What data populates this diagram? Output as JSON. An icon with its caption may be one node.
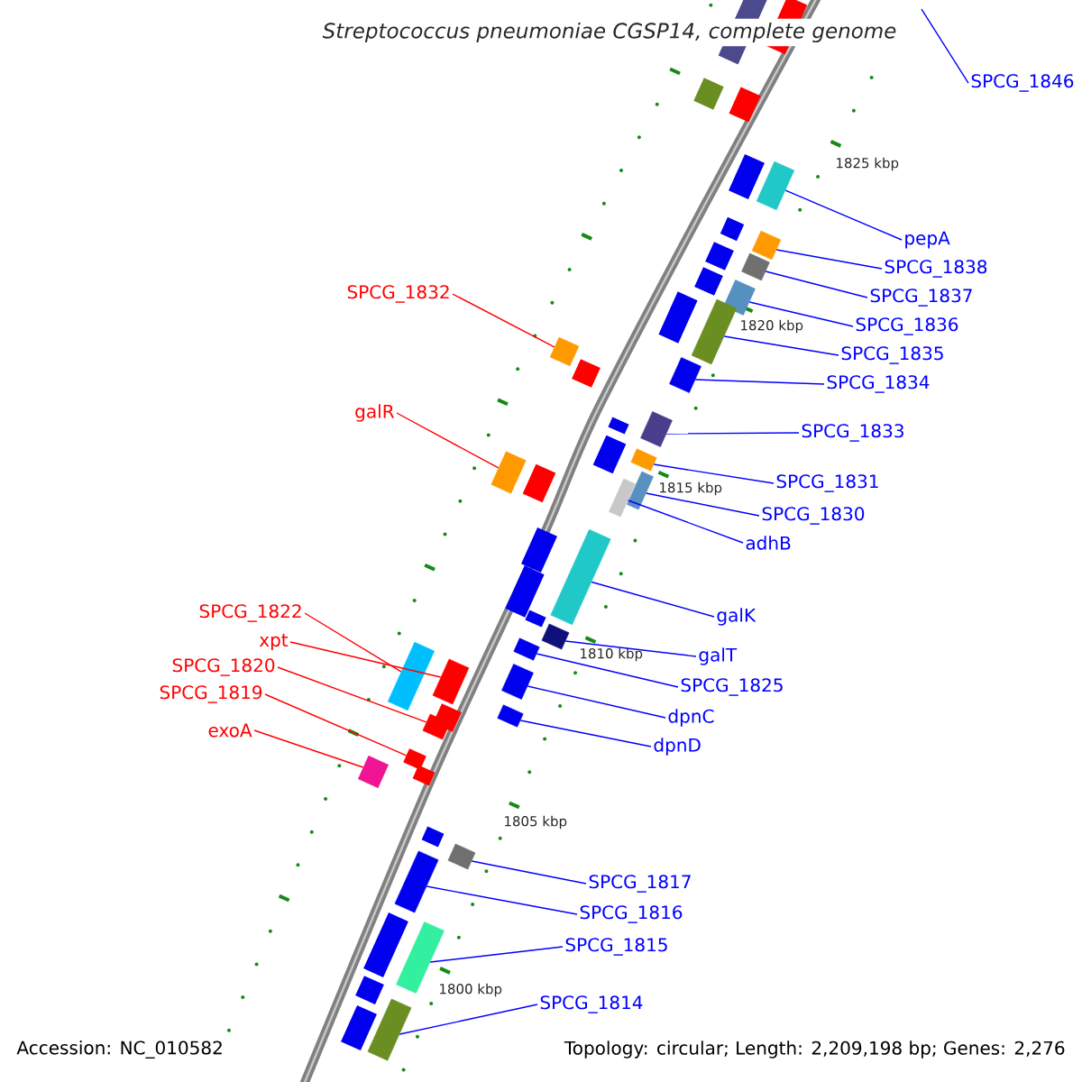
{
  "diagram": {
    "title": "Streptococcus pneumoniae CGSP14, complete genome",
    "nodes": [
      {
        "text": [
          "SPCG_1846"
        ]
      },
      {
        "text": [
          "pepA"
        ]
      },
      {
        "text": [],
        "shape": "box"
      },
      {
        "text": [
          "SPCG_1838"
        ]
      },
      {
        "text": [],
        "shape": "box"
      },
      {
        "text": [
          "SPCG_1837"
        ]
      },
      {
        "text": [],
        "shape": "box"
      },
      {
        "text": [
          "SPCG_1836"
        ]
      },
      {
        "text": [],
        "shape": "box"
      },
      {
        "text": [
          "SPCG_1835"
        ]
      },
      {
        "text": [],
        "shape": "box"
      },
      {
        "text": [
          "SPCG_1834"
        ]
      },
      {
        "text": [],
        "shape": "box"
      },
      {
        "text": [
          "SPCG_1832"
        ]
      },
      {
        "text": [],
        "shape": "box"
      },
      {
        "text": [
          "SPCG_1833"
        ]
      },
      {
        "text": [],
        "shape": "box"
      },
      {
        "text": [
          "galR"
        ]
      },
      {
        "text": [],
        "shape": "box"
      },
      {
        "text": [
          "SPCG_1831"
        ]
      },
      {
        "text": [],
        "shape": "box"
      },
      {
        "text": [
          "SPCG_1830"
        ]
      },
      {
        "text": [],
        "shape": "box"
      },
      {
        "text": [
          "adhB"
        ]
      },
      {
        "text": [],
        "shape": "box"
      },
      {
        "text": [
          "galK"
        ]
      },
      {
        "text": [],
        "shape": "box"
      },
      {
        "text": [
          "galT"
        ]
      },
      {
        "text": [],
        "shape": "box"
      },
      {
        "text": [
          "SPCG_1822"
        ]
      },
      {
        "text": [],
        "shape": "box"
      },
      {
        "text": [
          "SPCG_1825"
        ]
      },
      {
        "text": [],
        "shape": "box"
      },
      {
        "text": [
          "xpt"
        ]
      },
      {
        "text": [],
        "shape": "box"
      },
      {
        "text": [
          "SPCG_1820"
        ]
      },
      {
        "text": [],
        "shape": "box"
      },
      {
        "text": [
          "dpnC"
        ]
      },
      {
        "text": [],
        "shape": "box"
      },
      {
        "text": [
          "SPCG_1819"
        ]
      },
      {
        "text": [],
        "shape": "box"
      },
      {
        "text": [
          "exoA"
        ]
      },
      {
        "text": [],
        "shape": "box"
      },
      {
        "text": [
          "dpnD"
        ]
      },
      {
        "text": [],
        "shape": "box"
      },
      {
        "text": [
          "SPCG_1817"
        ]
      },
      {
        "text": [],
        "shape": "box"
      },
      {
        "text": [
          "SPCG_1816"
        ]
      },
      {
        "text": [],
        "shape": "box"
      },
      {
        "text": [
          "SPCG_1815"
        ]
      },
      {
        "text": [],
        "shape": "box"
      },
      {
        "text": [
          "SPCG_1814"
        ]
      },
      {
        "text": [],
        "shape": "box"
      }
    ],
    "edges": [
      {
        "from": 0,
        "to": null,
        "arrow": "none"
      },
      {
        "from": 1,
        "to": 2,
        "arrow": "none"
      },
      {
        "from": 3,
        "to": 4,
        "arrow": "none"
      },
      {
        "from": 5,
        "to": 6,
        "arrow": "none"
      },
      {
        "from": 7,
        "to": 8,
        "arrow": "none"
      },
      {
        "from": 9,
        "to": 10,
        "arrow": "none"
      },
      {
        "from": 11,
        "to": 12,
        "arrow": "none"
      },
      {
        "from": 13,
        "to": 14,
        "arrow": "none",
        "color": "#ff0000"
      },
      {
        "from": 15,
        "to": 16,
        "arrow": "none"
      },
      {
        "from": 17,
        "to": 18,
        "arrow": "none",
        "color": "#ff0000"
      },
      {
        "from": 19,
        "to": 20,
        "arrow": "none"
      },
      {
        "from": 21,
        "to": 22,
        "arrow": "none"
      },
      {
        "from": 23,
        "to": 24,
        "arrow": "none"
      },
      {
        "from": 25,
        "to": 26,
        "arrow": "none"
      },
      {
        "from": 27,
        "to": 28,
        "arrow": "none"
      },
      {
        "from": 29,
        "to": 30,
        "arrow": "none",
        "color": "#ff0000"
      },
      {
        "from": 31,
        "to": 32,
        "arrow": "none"
      },
      {
        "from": 33,
        "to": 34,
        "arrow": "none",
        "color": "#ff0000"
      },
      {
        "from": 35,
        "to": 36,
        "arrow": "none",
        "color": "#ff0000"
      },
      {
        "from": 37,
        "to": 38,
        "arrow": "none"
      },
      {
        "from": 39,
        "to": 40,
        "arrow": "none",
        "color": "#ff0000"
      },
      {
        "from": 41,
        "to": 42,
        "arrow": "none",
        "color": "#ff0000"
      },
      {
        "from": 43,
        "to": 44,
        "arrow": "none"
      },
      {
        "from": 45,
        "to": 46,
        "arrow": "none"
      },
      {
        "from": 47,
        "to": 48,
        "arrow": "none"
      },
      {
        "from": 49,
        "to": 50,
        "arrow": "none"
      },
      {
        "from": 51,
        "to": 52,
        "arrow": "none"
      }
    ],
    "labels": [
      "1825 kbp",
      "1820 kbp",
      "1815 kbp",
      "1810 kbp",
      "1805 kbp",
      "1800 kbp",
      "Accession: NC_010582",
      "Topology: circular; Length: 2,209,198 bp; Genes: 2,276"
    ]
  }
}
